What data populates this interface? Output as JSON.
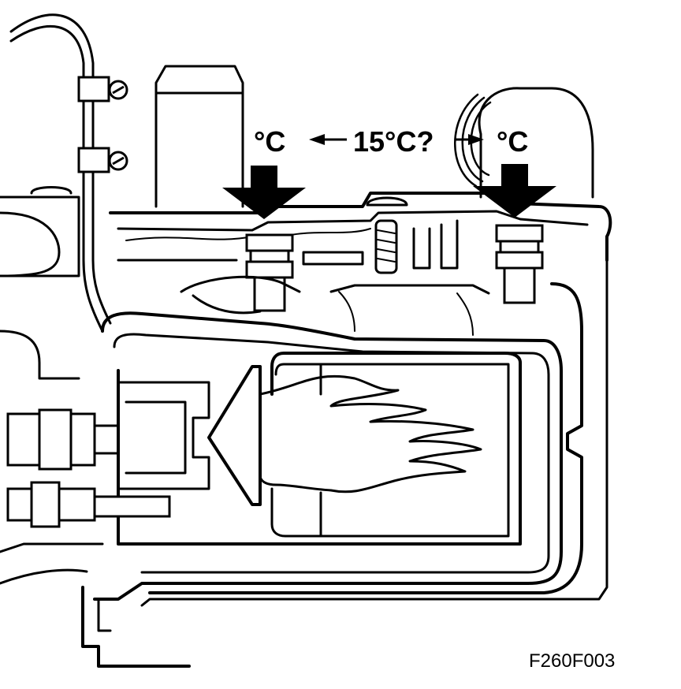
{
  "labels": {
    "left_temp": "°C",
    "center_question": "15°C?",
    "right_temp": "°C"
  },
  "figure_code": "F260F003",
  "colors": {
    "ink": "#000000",
    "paper": "#ffffff"
  }
}
